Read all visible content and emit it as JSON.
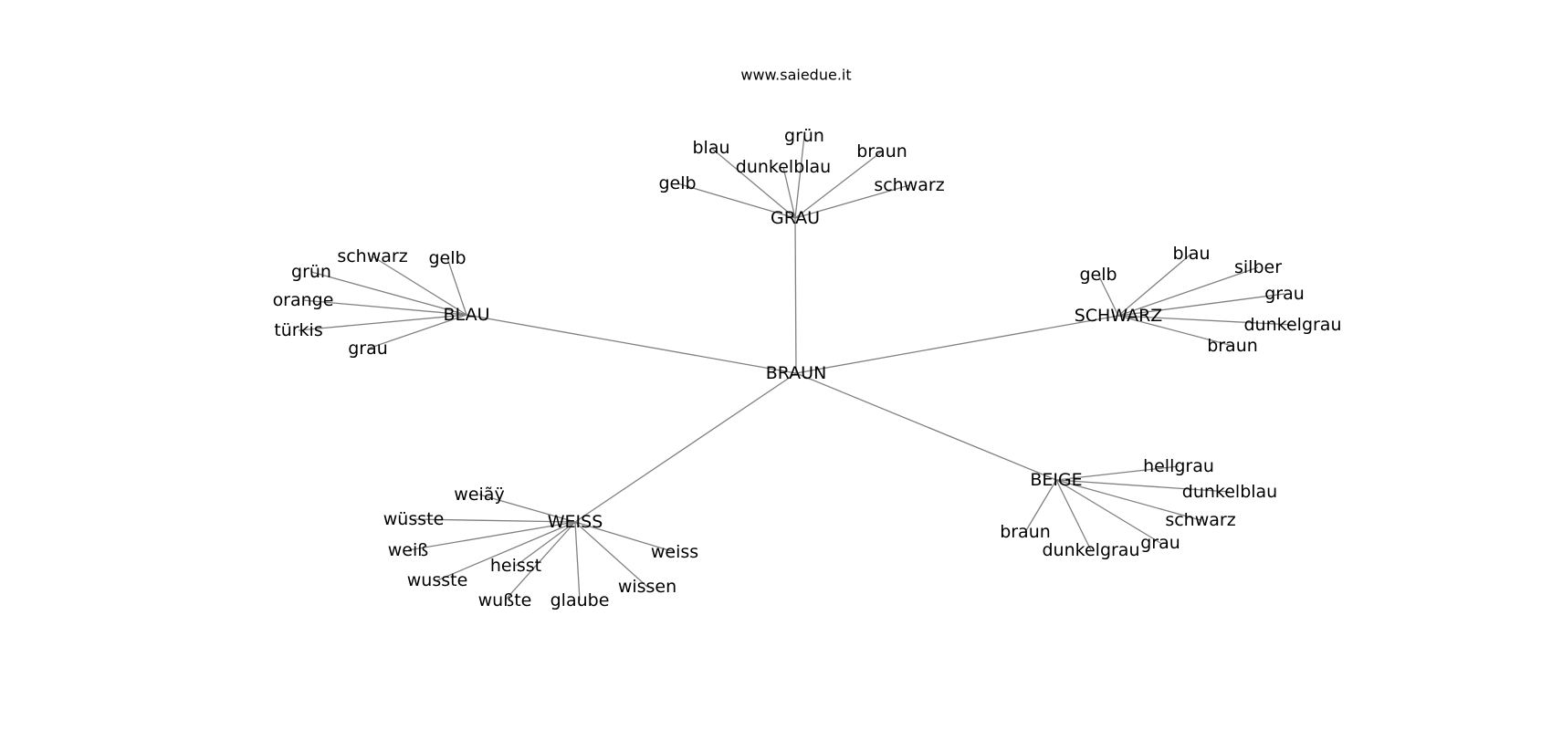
{
  "watermark": "www.saiedue.it",
  "graph": {
    "nodes": [
      {
        "id": "BRAUN",
        "label": "BRAUN"
      },
      {
        "id": "GRAU",
        "label": "GRAU"
      },
      {
        "id": "BLAU",
        "label": "BLAU"
      },
      {
        "id": "SCHWARZ",
        "label": "SCHWARZ"
      },
      {
        "id": "WEISS",
        "label": "WEISS"
      },
      {
        "id": "BEIGE",
        "label": "BEIGE"
      },
      {
        "id": "grau_blau",
        "label": "blau"
      },
      {
        "id": "grau_gruen",
        "label": "grün"
      },
      {
        "id": "grau_braun",
        "label": "braun"
      },
      {
        "id": "grau_dunkelblau",
        "label": "dunkelblau"
      },
      {
        "id": "grau_gelb",
        "label": "gelb"
      },
      {
        "id": "grau_schwarz",
        "label": "schwarz"
      },
      {
        "id": "blau_schwarz",
        "label": "schwarz"
      },
      {
        "id": "blau_gelb",
        "label": "gelb"
      },
      {
        "id": "blau_gruen",
        "label": "grün"
      },
      {
        "id": "blau_orange",
        "label": "orange"
      },
      {
        "id": "blau_tuerkis",
        "label": "türkis"
      },
      {
        "id": "blau_grau",
        "label": "grau"
      },
      {
        "id": "schwarz_gelb",
        "label": "gelb"
      },
      {
        "id": "schwarz_blau",
        "label": "blau"
      },
      {
        "id": "schwarz_silber",
        "label": "silber"
      },
      {
        "id": "schwarz_grau",
        "label": "grau"
      },
      {
        "id": "schwarz_dunkelgrau",
        "label": "dunkelgrau"
      },
      {
        "id": "schwarz_braun",
        "label": "braun"
      },
      {
        "id": "weiss_weiaey",
        "label": "weiãÿ"
      },
      {
        "id": "weiss_wuesste",
        "label": "wüsste"
      },
      {
        "id": "weiss_weiss_sz",
        "label": "weiß"
      },
      {
        "id": "weiss_heisst",
        "label": "heisst"
      },
      {
        "id": "weiss_weiss",
        "label": "weiss"
      },
      {
        "id": "weiss_wusste",
        "label": "wusste"
      },
      {
        "id": "weiss_wusste_sz",
        "label": "wußte"
      },
      {
        "id": "weiss_glaube",
        "label": "glaube"
      },
      {
        "id": "weiss_wissen",
        "label": "wissen"
      },
      {
        "id": "beige_hellgrau",
        "label": "hellgrau"
      },
      {
        "id": "beige_dunkelblau",
        "label": "dunkelblau"
      },
      {
        "id": "beige_schwarz",
        "label": "schwarz"
      },
      {
        "id": "beige_grau",
        "label": "grau"
      },
      {
        "id": "beige_braun",
        "label": "braun"
      },
      {
        "id": "beige_dunkelgrau",
        "label": "dunkelgrau"
      }
    ],
    "edges": [
      [
        "BRAUN",
        "GRAU"
      ],
      [
        "BRAUN",
        "BLAU"
      ],
      [
        "BRAUN",
        "SCHWARZ"
      ],
      [
        "BRAUN",
        "WEISS"
      ],
      [
        "BRAUN",
        "BEIGE"
      ],
      [
        "GRAU",
        "grau_blau"
      ],
      [
        "GRAU",
        "grau_gruen"
      ],
      [
        "GRAU",
        "grau_braun"
      ],
      [
        "GRAU",
        "grau_dunkelblau"
      ],
      [
        "GRAU",
        "grau_gelb"
      ],
      [
        "GRAU",
        "grau_schwarz"
      ],
      [
        "BLAU",
        "blau_schwarz"
      ],
      [
        "BLAU",
        "blau_gelb"
      ],
      [
        "BLAU",
        "blau_gruen"
      ],
      [
        "BLAU",
        "blau_orange"
      ],
      [
        "BLAU",
        "blau_tuerkis"
      ],
      [
        "BLAU",
        "blau_grau"
      ],
      [
        "SCHWARZ",
        "schwarz_gelb"
      ],
      [
        "SCHWARZ",
        "schwarz_blau"
      ],
      [
        "SCHWARZ",
        "schwarz_silber"
      ],
      [
        "SCHWARZ",
        "schwarz_grau"
      ],
      [
        "SCHWARZ",
        "schwarz_dunkelgrau"
      ],
      [
        "SCHWARZ",
        "schwarz_braun"
      ],
      [
        "WEISS",
        "weiss_weiaey"
      ],
      [
        "WEISS",
        "weiss_wuesste"
      ],
      [
        "WEISS",
        "weiss_weiss_sz"
      ],
      [
        "WEISS",
        "weiss_heisst"
      ],
      [
        "WEISS",
        "weiss_weiss"
      ],
      [
        "WEISS",
        "weiss_wusste"
      ],
      [
        "WEISS",
        "weiss_wusste_sz"
      ],
      [
        "WEISS",
        "weiss_glaube"
      ],
      [
        "WEISS",
        "weiss_wissen"
      ],
      [
        "BEIGE",
        "beige_hellgrau"
      ],
      [
        "BEIGE",
        "beige_dunkelblau"
      ],
      [
        "BEIGE",
        "beige_schwarz"
      ],
      [
        "BEIGE",
        "beige_grau"
      ],
      [
        "BEIGE",
        "beige_braun"
      ],
      [
        "BEIGE",
        "beige_dunkelgrau"
      ]
    ],
    "edge_color": "#808080",
    "text_color": "#000000"
  }
}
